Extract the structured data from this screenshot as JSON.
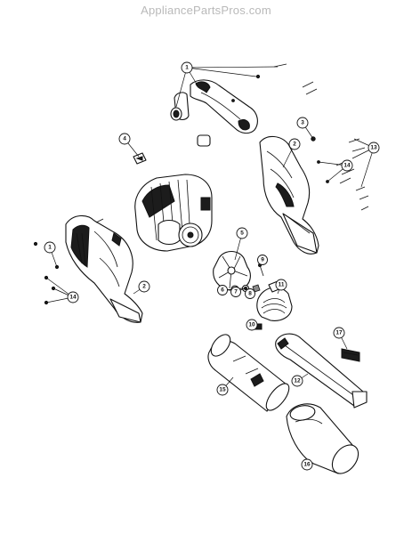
{
  "watermark": "AppliancePartsPros.com",
  "callouts": [
    "1",
    "1",
    "2",
    "2",
    "3",
    "4",
    "5",
    "6",
    "7",
    "8",
    "9",
    "10",
    "11",
    "12",
    "13",
    "14",
    "14",
    "15",
    "16",
    "17"
  ]
}
